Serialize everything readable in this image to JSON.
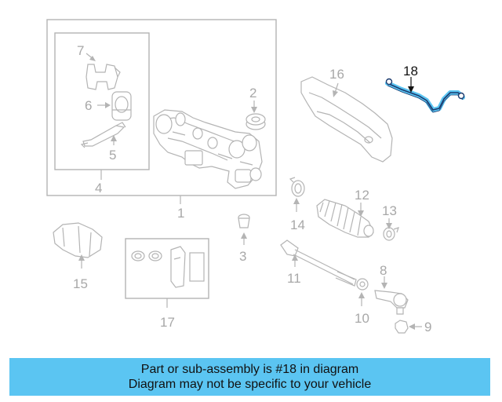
{
  "diagram": {
    "callouts": {
      "c1": "1",
      "c2": "2",
      "c3": "3",
      "c4": "4",
      "c5": "5",
      "c6": "6",
      "c7": "7",
      "c8": "8",
      "c9": "9",
      "c10": "10",
      "c11": "11",
      "c12": "12",
      "c13": "13",
      "c14": "14",
      "c15": "15",
      "c16": "16",
      "c17": "17",
      "c18": "18"
    },
    "highlighted_callout": "18",
    "highlight_color": "#5bc5f2"
  },
  "banner": {
    "line1": "Part or sub-assembly is #18 in diagram",
    "line2": "Diagram may not be specific to your vehicle",
    "background": "#5bc5f2"
  }
}
